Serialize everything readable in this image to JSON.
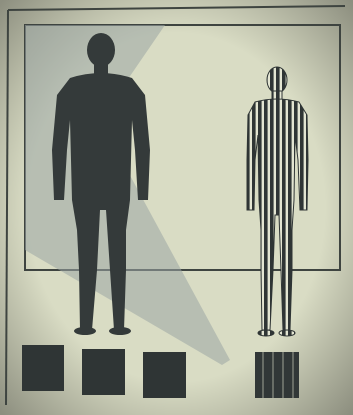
{
  "figures": [
    {
      "id": "large-solid-figure",
      "pattern": "solid",
      "color": "#343a3a"
    },
    {
      "id": "small-striped-figure",
      "pattern": "vertical-stripes",
      "color": "#2f3535"
    }
  ],
  "squares": [
    {
      "id": "left-square-1",
      "pattern": "solid"
    },
    {
      "id": "left-square-2",
      "pattern": "solid"
    },
    {
      "id": "left-square-3",
      "pattern": "solid"
    },
    {
      "id": "right-square",
      "pattern": "striped"
    }
  ],
  "colors": {
    "paper": "#d9dcc4",
    "paper_light": "#e8ead6",
    "frame": "#3e4440",
    "beam": "#9aa6a4",
    "ink": "#343a3a"
  }
}
